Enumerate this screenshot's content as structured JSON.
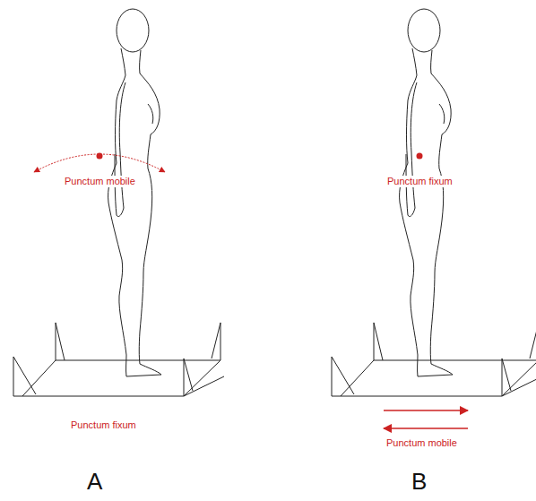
{
  "diagram": {
    "labels": [
      "Punctum mobile",
      "Punctum fixum",
      "Punctum fixum",
      "Punctum mobile",
      "A",
      "B"
    ]
  }
}
